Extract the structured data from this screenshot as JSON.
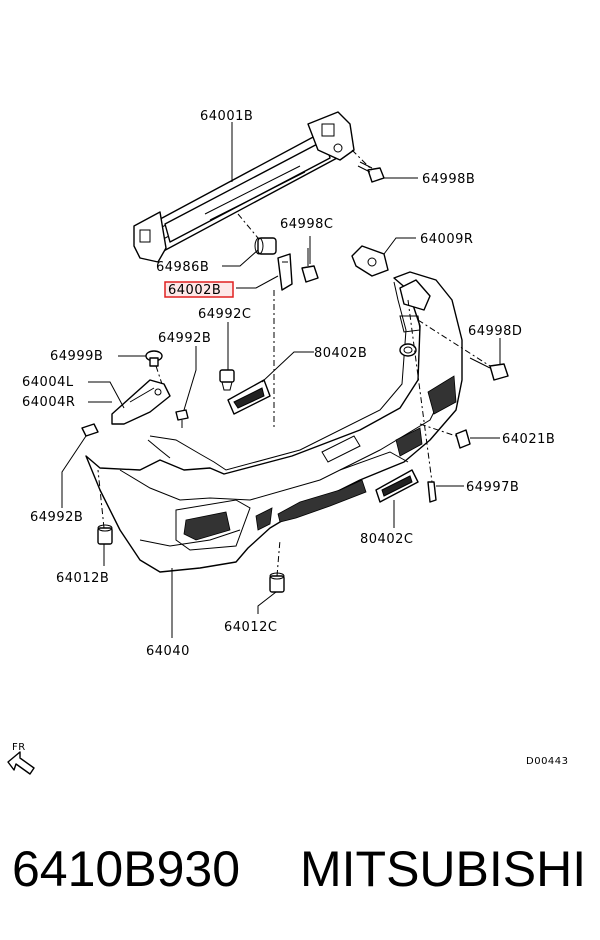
{
  "callouts": {
    "c64001B": "64001B",
    "c64998B": "64998B",
    "c64998C": "64998C",
    "c64009R": "64009R",
    "c64986B": "64986B",
    "c64002B": "64002B",
    "c64992C": "64992C",
    "c64998D": "64998D",
    "c64999B": "64999B",
    "c64992B_top": "64992B",
    "c80402B": "80402B",
    "c64004L": "64004L",
    "c64004R": "64004R",
    "c64021B": "64021B",
    "c64997B": "64997B",
    "c64992B_bottom": "64992B",
    "c80402C": "80402C",
    "c64012B": "64012B",
    "c64012C": "64012C",
    "c64040": "64040"
  },
  "direction_label": "FR",
  "diagram_code": "D00443",
  "footer": {
    "part_number": "6410B930",
    "brand": "MITSUBISHI"
  },
  "highlight_color": "#e02020"
}
